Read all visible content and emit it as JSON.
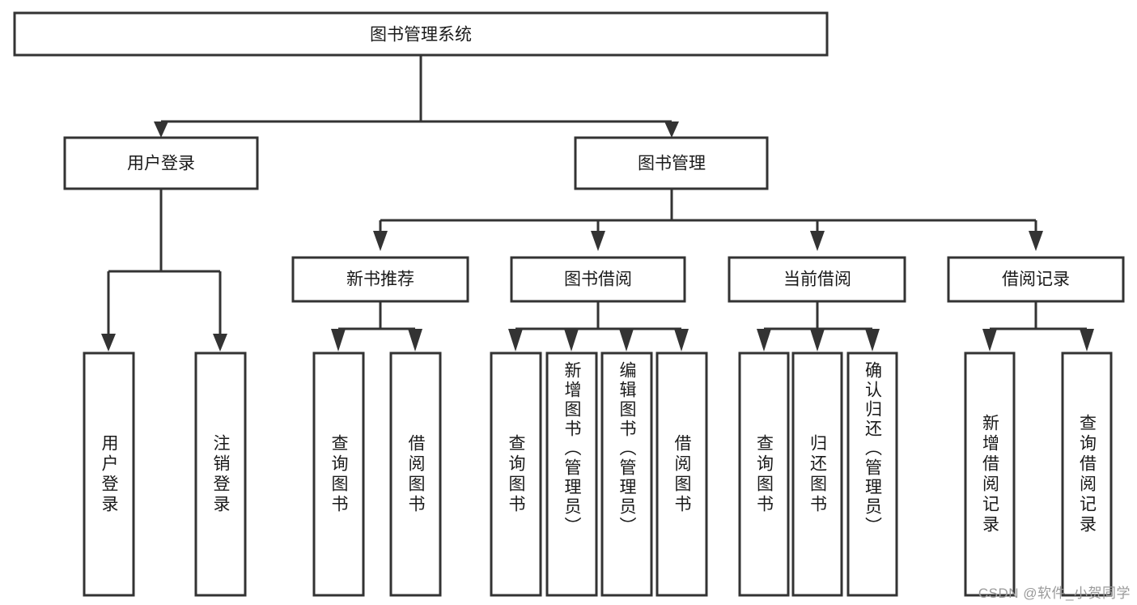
{
  "diagram": {
    "type": "tree",
    "title": "图书管理系统",
    "watermark": "CSDN @软件_小贺同学",
    "colors": {
      "box_stroke": "#333333",
      "box_fill": "#ffffff",
      "text": "#1a1a1a",
      "watermark": "#9a9a9a",
      "background": "#ffffff"
    },
    "nodes": {
      "root": {
        "label": "图书管理系统"
      },
      "level2": [
        {
          "id": "user-login",
          "label": "用户登录"
        },
        {
          "id": "book-management",
          "label": "图书管理"
        }
      ],
      "level3": [
        {
          "id": "new-book-recommend",
          "label": "新书推荐"
        },
        {
          "id": "book-borrow",
          "label": "图书借阅"
        },
        {
          "id": "current-borrow",
          "label": "当前借阅"
        },
        {
          "id": "borrow-record",
          "label": "借阅记录"
        }
      ],
      "leaves": {
        "user-login": [
          {
            "id": "leaf-user-login",
            "label": "用户登录"
          },
          {
            "id": "leaf-logout",
            "label": "注销登录"
          }
        ],
        "new-book-recommend": [
          {
            "id": "leaf-query-book-1",
            "label": "查询图书"
          },
          {
            "id": "leaf-borrow-book-1",
            "label": "借阅图书"
          }
        ],
        "book-borrow": [
          {
            "id": "leaf-query-book-2",
            "label": "查询图书"
          },
          {
            "id": "leaf-add-book",
            "label": "新增图书（管理员）"
          },
          {
            "id": "leaf-edit-book",
            "label": "编辑图书（管理员）"
          },
          {
            "id": "leaf-borrow-book-2",
            "label": "借阅图书"
          }
        ],
        "current-borrow": [
          {
            "id": "leaf-query-book-3",
            "label": "查询图书"
          },
          {
            "id": "leaf-return-book",
            "label": "归还图书"
          },
          {
            "id": "leaf-confirm-return",
            "label": "确认归还（管理员）"
          }
        ],
        "borrow-record": [
          {
            "id": "leaf-add-record",
            "label": "新增借阅记录"
          },
          {
            "id": "leaf-query-record",
            "label": "查询借阅记录"
          }
        ]
      }
    }
  }
}
